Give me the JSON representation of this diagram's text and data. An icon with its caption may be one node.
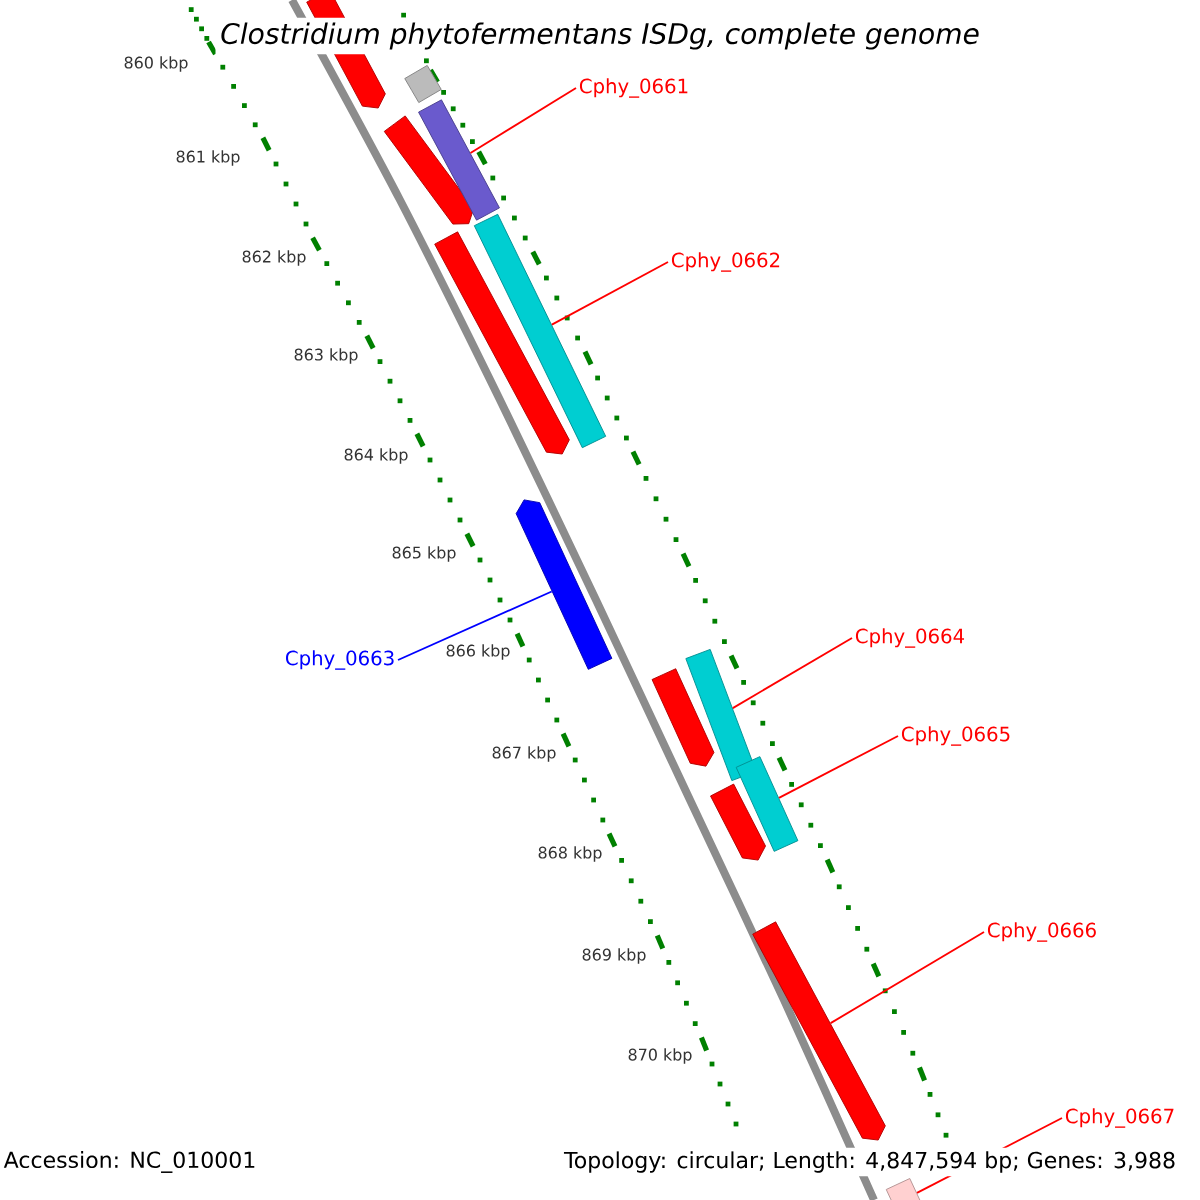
{
  "diagram": {
    "title": "*Clostridium phytofermentans* ISDg, complete genome",
    "nodes": [
      {
        "text": [
          "Cphy_0661"
        ]
      },
      {
        "text": [
          "Cphy_0662"
        ]
      },
      {
        "text": [
          "Cphy_0663"
        ]
      },
      {
        "text": [
          "Cphy_0664"
        ]
      },
      {
        "text": [
          "Cphy_0665"
        ]
      },
      {
        "text": [
          "Cphy_0666"
        ]
      },
      {
        "text": [
          "Cphy_0667"
        ]
      },
      {
        "text": [],
        "shape": "bar"
      },
      {
        "text": [],
        "shape": "bar"
      },
      {
        "text": [],
        "shape": "bar"
      },
      {
        "text": [],
        "shape": "bar"
      },
      {
        "text": [],
        "shape": "bar"
      },
      {
        "text": [],
        "shape": "bar"
      },
      {
        "text": [],
        "shape": "bar"
      },
      {
        "text": [],
        "shape": "bar"
      },
      {
        "text": [],
        "shape": "bar"
      },
      {
        "text": [],
        "shape": "bar"
      },
      {
        "text": [],
        "shape": "bar"
      },
      {
        "text": [],
        "shape": "bar"
      },
      {
        "text": [],
        "shape": "bar"
      }
    ],
    "edges": [
      {
        "from": 0,
        "to": 10,
        "arrow": "none"
      },
      {
        "from": 1,
        "to": 12,
        "arrow": "none"
      },
      {
        "from": 2,
        "to": 13,
        "arrow": "none",
        "color": "#0000ff"
      },
      {
        "from": 3,
        "to": 15,
        "arrow": "none"
      },
      {
        "from": 4,
        "to": 17,
        "arrow": "none"
      },
      {
        "from": 5,
        "to": 18,
        "arrow": "none"
      },
      {
        "from": 6,
        "to": 19,
        "arrow": "none"
      }
    ],
    "labels": [
      "860 kbp",
      "861 kbp",
      "862 kbp",
      "863 kbp",
      "864 kbp",
      "865 kbp",
      "866 kbp",
      "867 kbp",
      "868 kbp",
      "869 kbp",
      "870 kbp",
      "Accession: NC_010001",
      "Topology: circular; Length: 4,847,594 bp; Genes: 3,988"
    ]
  }
}
